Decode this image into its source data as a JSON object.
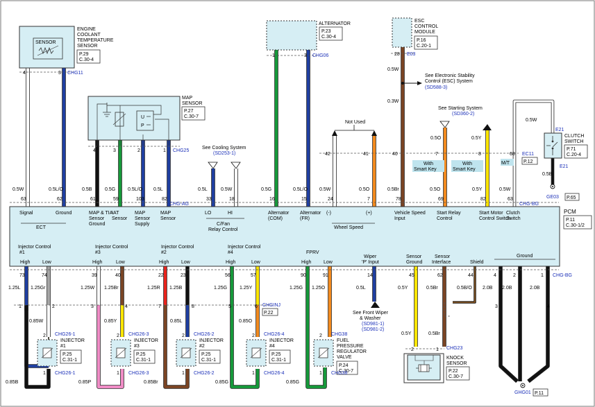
{
  "colors": {
    "white": "#ffffff",
    "black": "#111111",
    "blue": "#1f3fa0",
    "green": "#16983a",
    "orange": "#f28a1e",
    "yellow": "#ffe600",
    "brown": "#7a4424",
    "gray": "#a6a6a6",
    "red": "#e8231c",
    "pink": "#f08cc6",
    "panel": "#d6eef4",
    "link_blue": "#1a2fb8"
  },
  "components": {
    "ect": {
      "title": [
        "ENGINE",
        "COOLANT",
        "TEMPERATURE",
        "SENSOR"
      ],
      "inner": "SENSOR",
      "ref": [
        "P.29",
        "C.30-4"
      ],
      "connector": "CHG11",
      "pins": [
        "4",
        "3"
      ]
    },
    "map": {
      "title": [
        "MAP",
        "SENSOR"
      ],
      "ref": [
        "P.27",
        "C.30-7"
      ],
      "connector": "CHG25",
      "pins": [
        "4",
        "3",
        "2",
        "1"
      ]
    },
    "alternator": {
      "title": "ALTERNATOR",
      "ref": [
        "P.23",
        "C.30-4"
      ],
      "connector": "CHG06",
      "pins": [
        "1",
        "3"
      ]
    },
    "esc": {
      "title": [
        "ESC",
        "CONTROL",
        "MODULE"
      ],
      "ref": [
        "P.16",
        "C.20-1"
      ],
      "connector": "E03",
      "pin": "28"
    },
    "clutch": {
      "title": [
        "CLUTCH",
        "SWITCH"
      ],
      "ref": [
        "P.71",
        "C.20-4"
      ],
      "connector_top": "E21",
      "connector_bottom": "E21",
      "pins": [
        "1",
        "2"
      ],
      "ground": "GE03",
      "ground_ref": "P.65"
    },
    "pcm": {
      "title": "PCM",
      "ref": [
        "P.11",
        "C.30-1/2"
      ],
      "connector_top": "CHG-AG",
      "connector_right": "CHG-BG",
      "connector_ec": "EC11",
      "ec_ref": "P.12"
    },
    "knock": {
      "title": [
        "KNOCK",
        "SENSOR"
      ],
      "ref": [
        "P.22",
        "C.30-7"
      ],
      "connector": "CHG23",
      "pins": [
        "2",
        "1"
      ]
    },
    "chginj": {
      "connector": "CHGINJ",
      "ref": "P.22"
    },
    "ground_bottom": {
      "name": "GHG01",
      "ref": "P.11"
    }
  },
  "injectors": [
    {
      "title": [
        "INJECTOR",
        "#1"
      ],
      "ref": [
        "P.25",
        "C.31-1"
      ],
      "connector": "CHG26-1",
      "connector2": "CHG26-1"
    },
    {
      "title": [
        "INJECTOR",
        "#3"
      ],
      "ref": [
        "P.25",
        "C.31-1"
      ],
      "connector": "CHG26-3",
      "connector2": "CHG26-3"
    },
    {
      "title": [
        "INJECTOR",
        "#2"
      ],
      "ref": [
        "P.25",
        "C.31-1"
      ],
      "connector": "CHG26-2",
      "connector2": "CHG26-2"
    },
    {
      "title": [
        "INJECTOR",
        "#4"
      ],
      "ref": [
        "P.25",
        "C.31-1"
      ],
      "connector": "CHG26-4",
      "connector2": "CHG26-4"
    },
    {
      "title": [
        "FUEL",
        "PRESSURE",
        "REGULATOR",
        "VALVE"
      ],
      "ref": [
        "P.24",
        "C.30-7"
      ],
      "connector": "CHG38",
      "connector2": "CHG38"
    }
  ],
  "refs": {
    "esc": {
      "lines": [
        "See Electronic Stability",
        "Control (ESC) System"
      ],
      "link": "(SD588-3)"
    },
    "cooling": {
      "line": "See Cooling System",
      "link": "(SD253-1)"
    },
    "starting": {
      "line": "See Starting System",
      "link": "(SD360-2)"
    },
    "wiper": {
      "lines": [
        "See Front Wiper",
        "& Washer"
      ],
      "links": [
        "(SD981-1)",
        "(SD981-2)"
      ]
    }
  },
  "labels": {
    "not_used": "Not Used",
    "smart_key_1": [
      "With",
      "Smart Key"
    ],
    "smart_key_2": [
      "With",
      "Smart Key"
    ],
    "mt": "M/T"
  },
  "pcm_top": [
    {
      "id": "t1",
      "pin": "63",
      "wire": "0.5W",
      "label": [
        "Signal"
      ]
    },
    {
      "id": "t2",
      "pin": "62",
      "wire": "0.5L/O",
      "label": [
        "Ground"
      ]
    },
    {
      "id": "t3",
      "pin": "61",
      "wire": "0.5B",
      "label": [
        "MAP & TIA",
        "Sensor",
        "Ground"
      ]
    },
    {
      "id": "t4",
      "pin": "59",
      "wire": "0.5G",
      "label": [
        "IAT",
        "Sensor"
      ]
    },
    {
      "id": "t5",
      "pin": "103",
      "wire": "0.5L/O",
      "label": [
        "MAP",
        "Sensor",
        "Supply"
      ]
    },
    {
      "id": "t6",
      "pin": "82",
      "wire": "0.5L",
      "label": [
        "MAP",
        "Sensor"
      ]
    },
    {
      "id": "t7",
      "pin": "33",
      "wire": "0.5L",
      "label": [
        "LO"
      ]
    },
    {
      "id": "t8",
      "pin": "18",
      "wire": "0.5W",
      "label": [
        "HI"
      ]
    },
    {
      "id": "t9",
      "pin": "16",
      "wire": "0.5G",
      "label": [
        "Alternator",
        "(COM)"
      ]
    },
    {
      "id": "t10",
      "pin": "15",
      "wire": "0.5L/O",
      "label": [
        "Alternator",
        "(FR)"
      ]
    },
    {
      "id": "t11",
      "pin": "24",
      "wire": "0.5W",
      "label": [
        "(-)"
      ]
    },
    {
      "id": "t12",
      "pin": "7",
      "wire": "0.5O",
      "label": [
        "(+)"
      ]
    },
    {
      "id": "t13",
      "pin": "78",
      "wire": "0.5Br",
      "label": [
        "Vehicle Speed",
        "Input"
      ]
    },
    {
      "id": "t14",
      "pin": "69",
      "wire": "0.5O",
      "label": [
        "Start Relay",
        "Control"
      ]
    },
    {
      "id": "t15",
      "pin": "82",
      "wire": "0.5Y",
      "label": [
        "Start Motor",
        "Control Switch"
      ]
    },
    {
      "id": "t16",
      "pin": "63",
      "wire": "0.5W",
      "label": [
        "Clutch",
        "Switch"
      ]
    }
  ],
  "pcm_groups": {
    "ect": "ECT",
    "fan": [
      "C/Fan",
      "Relay Control"
    ],
    "wheel": "Wheel Speed"
  },
  "pcm_bottom": [
    {
      "id": "b1",
      "pin": "73",
      "wire": "1.25L",
      "label": "High"
    },
    {
      "id": "b2",
      "pin": "74",
      "wire": "1.25Gr",
      "label": "Low"
    },
    {
      "id": "b3",
      "pin": "39",
      "wire": "1.25W",
      "label": "High"
    },
    {
      "id": "b4",
      "pin": "40",
      "wire": "1.25Br",
      "label": "Low"
    },
    {
      "id": "b5",
      "pin": "22",
      "wire": "1.25R",
      "label": "High"
    },
    {
      "id": "b6",
      "pin": "23",
      "wire": "1.25B",
      "label": "Low"
    },
    {
      "id": "b7",
      "pin": "56",
      "wire": "1.25G",
      "label": "High"
    },
    {
      "id": "b8",
      "pin": "57",
      "wire": "1.25Y",
      "label": "Low"
    },
    {
      "id": "b9",
      "pin": "90",
      "wire": "1.25G",
      "label": "High"
    },
    {
      "id": "b10",
      "pin": "91",
      "wire": "1.25O",
      "label": "Low"
    },
    {
      "id": "b11",
      "pin": "14",
      "wire": "0.5L",
      "label": ""
    },
    {
      "id": "b12",
      "pin": "45",
      "wire": "0.5Y",
      "label": ""
    },
    {
      "id": "b13",
      "pin": "62",
      "wire": "0.5Br",
      "label": ""
    },
    {
      "id": "b14",
      "pin": "44",
      "wire": "0.5B/O",
      "label": ""
    },
    {
      "id": "b15",
      "pin": "4",
      "wire": "2.0B",
      "label": ""
    },
    {
      "id": "b16",
      "pin": "2",
      "wire": "2.0B",
      "label": ""
    },
    {
      "id": "b17",
      "pin": "1",
      "wire": "2.0B",
      "label": ""
    }
  ],
  "pcm_bottom_groups": {
    "inj1": [
      "Injector Control",
      "#1"
    ],
    "inj3": "Injector Control",
    "inj3b": "#3",
    "inj2": "Injector Control",
    "inj2b": "#2",
    "inj4": "Injector Control",
    "inj4b": "#4",
    "fprv": "FPRV",
    "wiper": [
      "Wiper",
      "'P' Input"
    ],
    "sensor_ground": [
      "Sensor",
      "Ground"
    ],
    "sensor_interface": [
      "Sensor",
      "Interface"
    ],
    "shield": "Shield",
    "ground": "Ground",
    "fprv_high": "High",
    "fprv_low": "Low"
  },
  "wires_misc": {
    "ect_pins": [
      "4",
      "3"
    ],
    "map_pins": [
      "4",
      "3",
      "2",
      "1"
    ],
    "alt_pins": [
      "1",
      "3"
    ],
    "esc_wire_1": "0.5W",
    "esc_wire_2": "0.3W",
    "esc_pin_pcm": "40",
    "np_pins": [
      "42",
      "41"
    ],
    "start_pins": [
      "7",
      "8"
    ],
    "start_wires": [
      "0.5O",
      "0.5Y"
    ],
    "clutch_pin_pcm": "68",
    "clutch_wire": "0.5W",
    "clutch_wire_b": "0.5B",
    "inj_pins": [
      "1",
      "2",
      "3",
      "4",
      "7",
      "8",
      "5",
      "6"
    ],
    "inj_wires": [
      "0.85W",
      "0.85Y",
      "0.85L",
      "0.85O"
    ],
    "inj_bottom_wires": [
      "0.85B",
      "0.85P",
      "0.85Br",
      "0.85G"
    ],
    "inj_pins_lower": [
      "1",
      "2"
    ],
    "fprv_wire": "0.85G",
    "knock_wires": [
      "0.5Y",
      "0.5Br"
    ],
    "knock_pins": [
      "2",
      "1"
    ],
    "bottom_pins": [
      "3",
      "4"
    ]
  }
}
